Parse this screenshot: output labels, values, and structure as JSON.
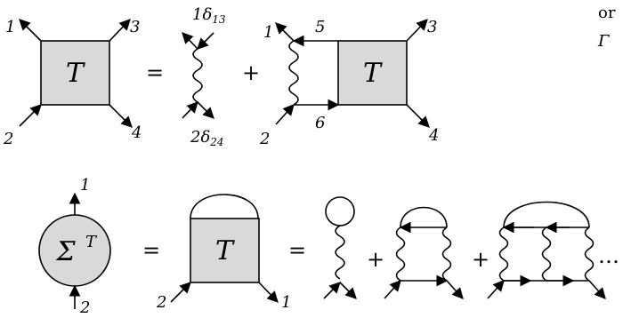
{
  "row1": {
    "lhs": {
      "symbol": "T",
      "legs": [
        "1",
        "3",
        "2",
        "4"
      ]
    },
    "equals": "=",
    "term1": {
      "top_label": "1δ",
      "top_sub": "13",
      "bottom_label": "2δ",
      "bottom_sub": "24"
    },
    "plus": "+",
    "term2": {
      "symbol": "T",
      "legs": [
        "1",
        "3",
        "2",
        "4"
      ],
      "internal": [
        "5",
        "6"
      ]
    }
  },
  "row2": {
    "lhs": {
      "symbol": "Σ",
      "superscript": "T",
      "legs": [
        "1",
        "2"
      ]
    },
    "equals1": "=",
    "mid": {
      "symbol": "T",
      "legs": [
        "2",
        "1"
      ]
    },
    "equals2": "=",
    "plus1": "+",
    "plus2": "+",
    "ellipsis": "…"
  },
  "margin_text": {
    "line1": "or",
    "line2": "Γ"
  },
  "colors": {
    "box_fill": "#d9d9d9",
    "stroke": "#000000"
  }
}
